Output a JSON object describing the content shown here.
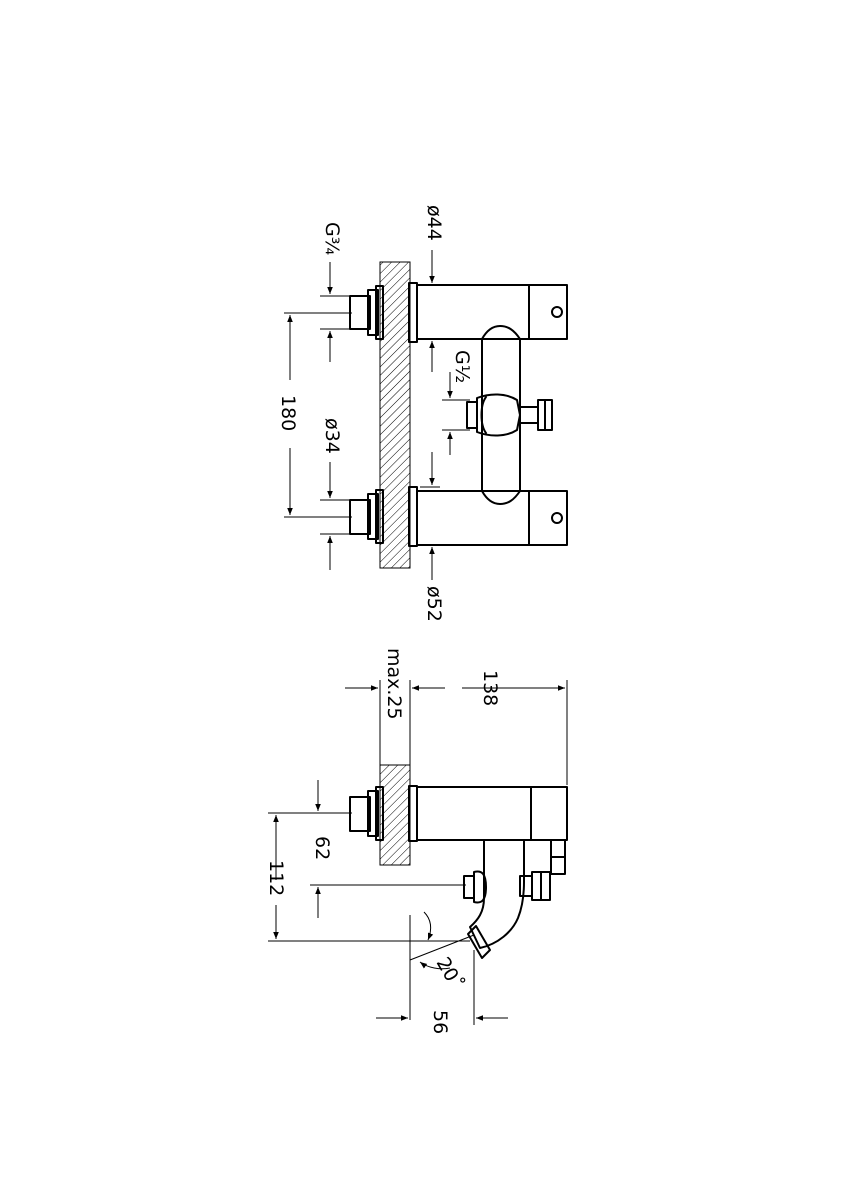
{
  "top_view": {
    "dims": {
      "g_three_quarter": "G¾",
      "dia_44": "ø44",
      "g_half": "G½",
      "d180": "180",
      "dia_34": "ø34",
      "dia_52": "ø52"
    }
  },
  "side_view": {
    "dims": {
      "max25": "max.25",
      "d138": "138",
      "d62": "62",
      "d112": "112",
      "angle20": "20˚",
      "d56": "56"
    }
  },
  "colors": {
    "line": "#000000",
    "background": "#ffffff"
  }
}
